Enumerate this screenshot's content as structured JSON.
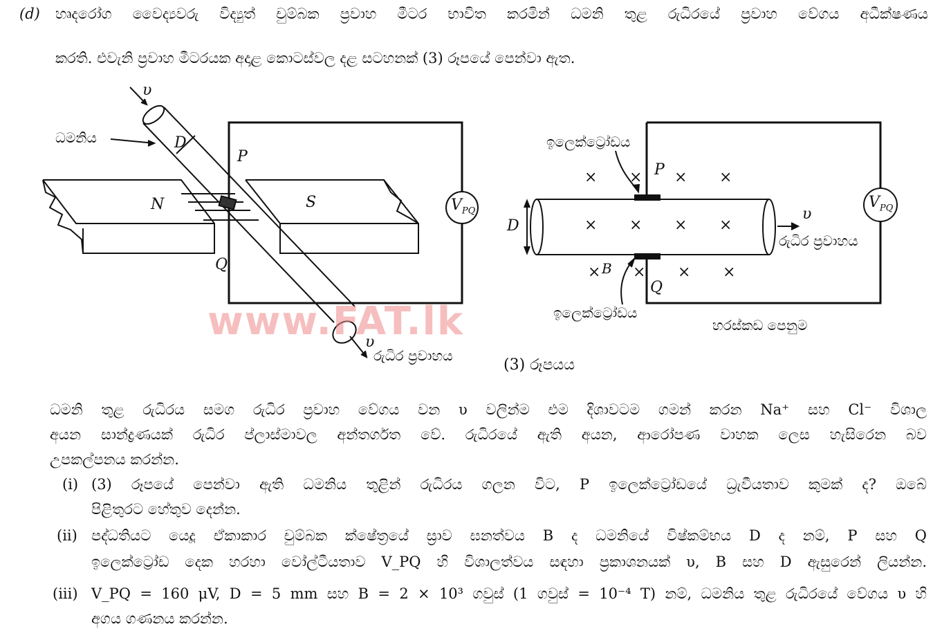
{
  "question": {
    "label": "(d)",
    "intro_line1": "හෘදරෝග වෛද්‍යවරු විද්‍යුත් චුම්බක ප්‍රවාහ මීටර භාවිත කරමින් ධමනි තුළ රුධිරයේ ප්‍රවාහ වේගය අධීක්ෂණය",
    "intro_line2": "කරති. එවැනි ප්‍රවාහ මීටරයක අදාළ කොටස්වල දළ සටහනක් (3) රූපයේ පෙන්වා ඇත."
  },
  "figure": {
    "caption": "(3) රූපයය",
    "left": {
      "artery_label": "ධමනිය",
      "v_top": "υ",
      "v_bottom": "υ",
      "flow_label": "රුධිර ප්‍රවාහය",
      "D": "D",
      "P": "P",
      "Q": "Q",
      "N": "N",
      "S": "S",
      "meter": "V",
      "meter_sub": "PQ"
    },
    "right": {
      "electrode_top": "ඉලෙක්ට්‍රෝඩය",
      "electrode_bottom": "ඉලෙක්ට්‍රෝඩය",
      "P": "P",
      "Q": "Q",
      "D": "D",
      "B": "B",
      "v": "υ",
      "flow_label": "රුධිර ප්‍රවාහය",
      "meter": "V",
      "meter_sub": "PQ",
      "section_label": "හරස්කඩ පෙනුම",
      "cross": "×"
    }
  },
  "watermark": "www.FAT.lk",
  "body": {
    "line1": "ධමනි තුළ රුධිරය සමග රුධිර ප්‍රවාහ වේගය වන υ වලින්ම එම දිශාවටම ගමන් කරන Na⁺ සහ Cl⁻ විශාල",
    "line2": "අයන සාන්ද්‍රණයක් රුධිර ප්ලාස්මාවල අන්තර්ගත වේ. රුධිරයේ ඇති අයන, ආරෝපණ වාහක ලෙස හැසිරෙන බව",
    "line3": "උපකල්පනය කරන්න."
  },
  "parts": [
    {
      "num": "(i)",
      "line1": "(3) රූපයේ පෙන්වා ඇති ධමනිය තුළින් රුධිරය ගලන විට, P ඉලෙක්ට්‍රෝඩයේ ධ්‍රැවීයතාව කුමක් ද? ඔබේ",
      "line2": "පිළිතුරට හේතුව දෙන්න."
    },
    {
      "num": "(ii)",
      "line1": "පද්ධතියට යෙදූ ඒකාකාර චුම්බක ක්ෂේත්‍රයේ ස්‍රාව ඝනත්වය B ද ධමනියේ විෂ්කම්භය D ද නම්, P සහ Q",
      "line2": "ඉලෙක්ට්‍රෝඩ දෙක හරහා වෝල්ටීයතාව V_PQ හි විශාලත්වය සඳහා ප්‍රකාශනයක් υ, B සහ D ඇසුරෙන් ලියන්න."
    },
    {
      "num": "(iii)",
      "line1": "V_PQ = 160 μV, D = 5 mm සහ B = 2 × 10³ ගවුස් (1 ගවුස් = 10⁻⁴ T) නම්, ධමනිය තුළ රුධිරයේ වේගය υ හි",
      "line2": "අගය ගණනය කරන්න."
    }
  ]
}
